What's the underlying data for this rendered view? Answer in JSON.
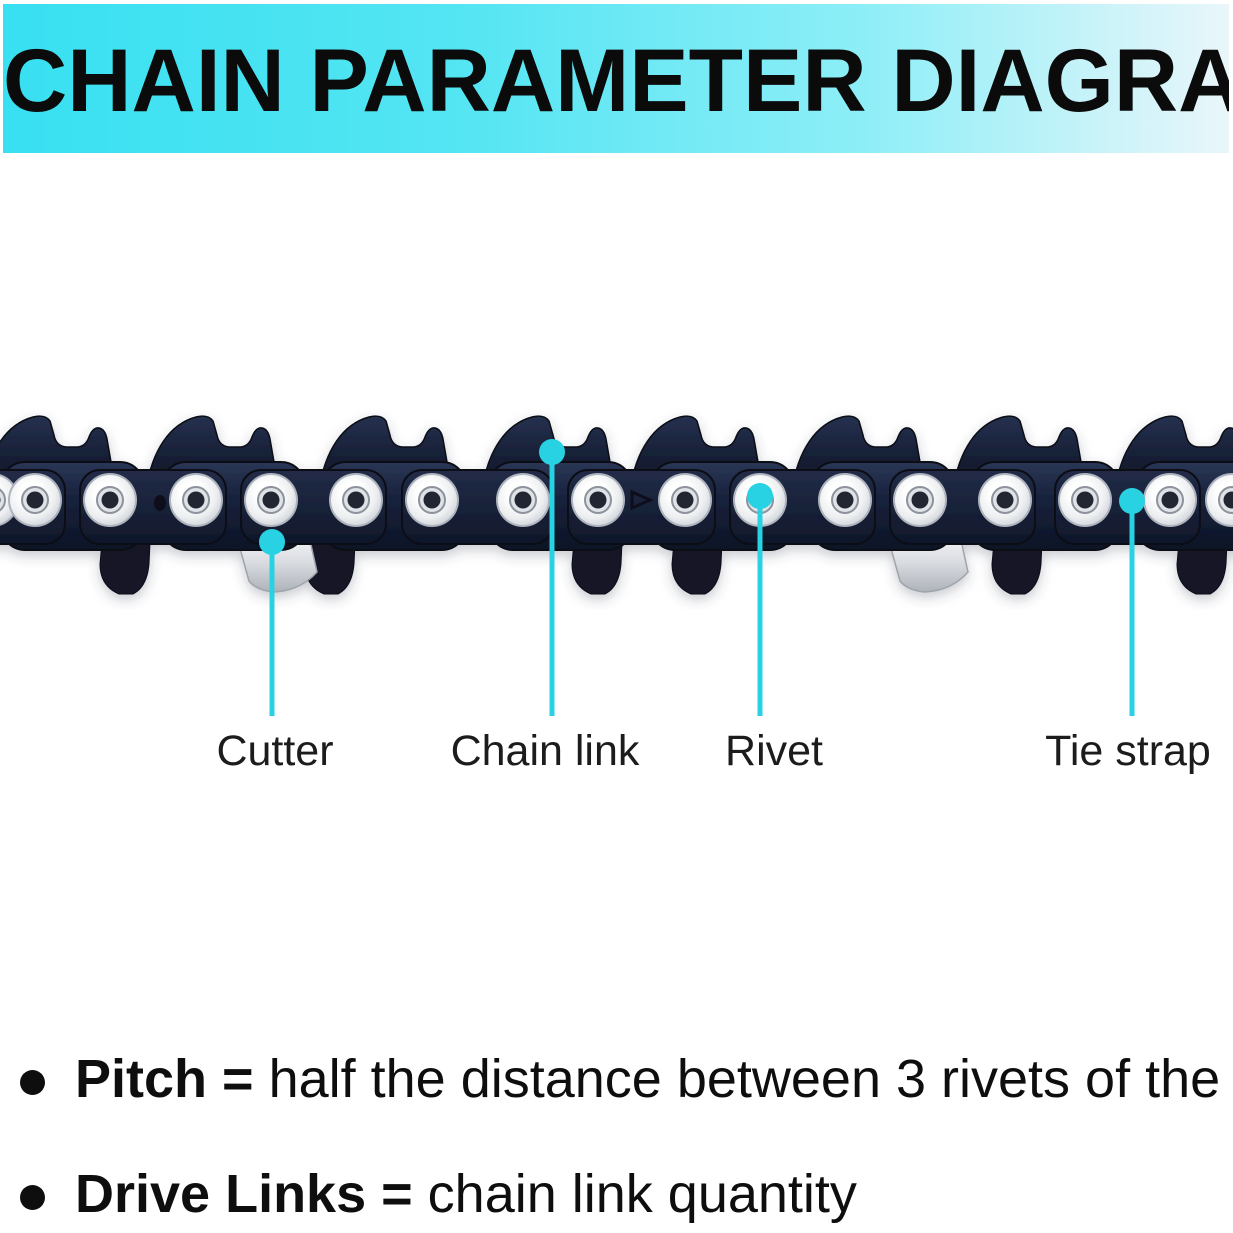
{
  "header": {
    "title": "CHAIN PARAMETER DIAGRAM"
  },
  "colors": {
    "banner_gradient_start": "#38e0f1",
    "banner_gradient_mid": "#8deef7",
    "banner_gradient_end": "#e9f6fa",
    "accent": "#29d2e3",
    "heading_text": "#0b0b0b",
    "body_text": "#0e0e0e"
  },
  "icons": {
    "bullet": "filled-circle",
    "callout_marker": "cyan-dot-with-stem"
  },
  "figure": {
    "callouts": [
      {
        "label": "Cutter"
      },
      {
        "label": "Chain link"
      },
      {
        "label": "Rivet"
      },
      {
        "label": "Tie strap"
      }
    ]
  },
  "notes": [
    {
      "bold": "Pitch =",
      "text": "half the distance between 3 rivets of the"
    },
    {
      "bold": "Drive Links =",
      "text": "chain link quantity"
    }
  ]
}
